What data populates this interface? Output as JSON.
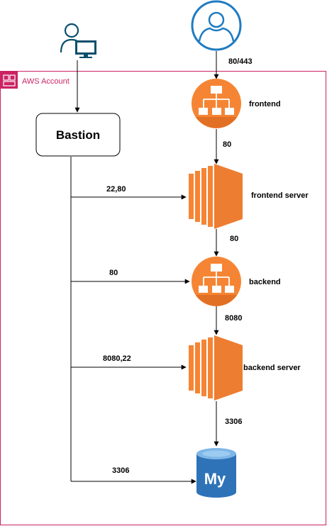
{
  "account": {
    "label": "AWS Account"
  },
  "bastion": {
    "label": "Bastion"
  },
  "nodes": {
    "frontend_lb": "frontend",
    "frontend_server": "frontend server",
    "backend_lb": "backend",
    "backend_server": "backend server"
  },
  "edges": {
    "user_to_frontend": "80/443",
    "frontend_to_server": "80",
    "frontend_server_to_backend": "80",
    "backend_to_server": "8080",
    "server_to_db": "3306",
    "bastion_to_frontend_server": "22,80",
    "bastion_to_backend": "80",
    "bastion_to_backend_server": "8080,22",
    "bastion_to_db": "3306"
  },
  "colors": {
    "account_border": "#cc2264",
    "ec2_orange": "#ed7d31",
    "elb_orange": "#f58534",
    "user_blue": "#1f7bc1",
    "admin_dark": "#0b4f6c",
    "mysql_blue": "#2e73b8"
  }
}
